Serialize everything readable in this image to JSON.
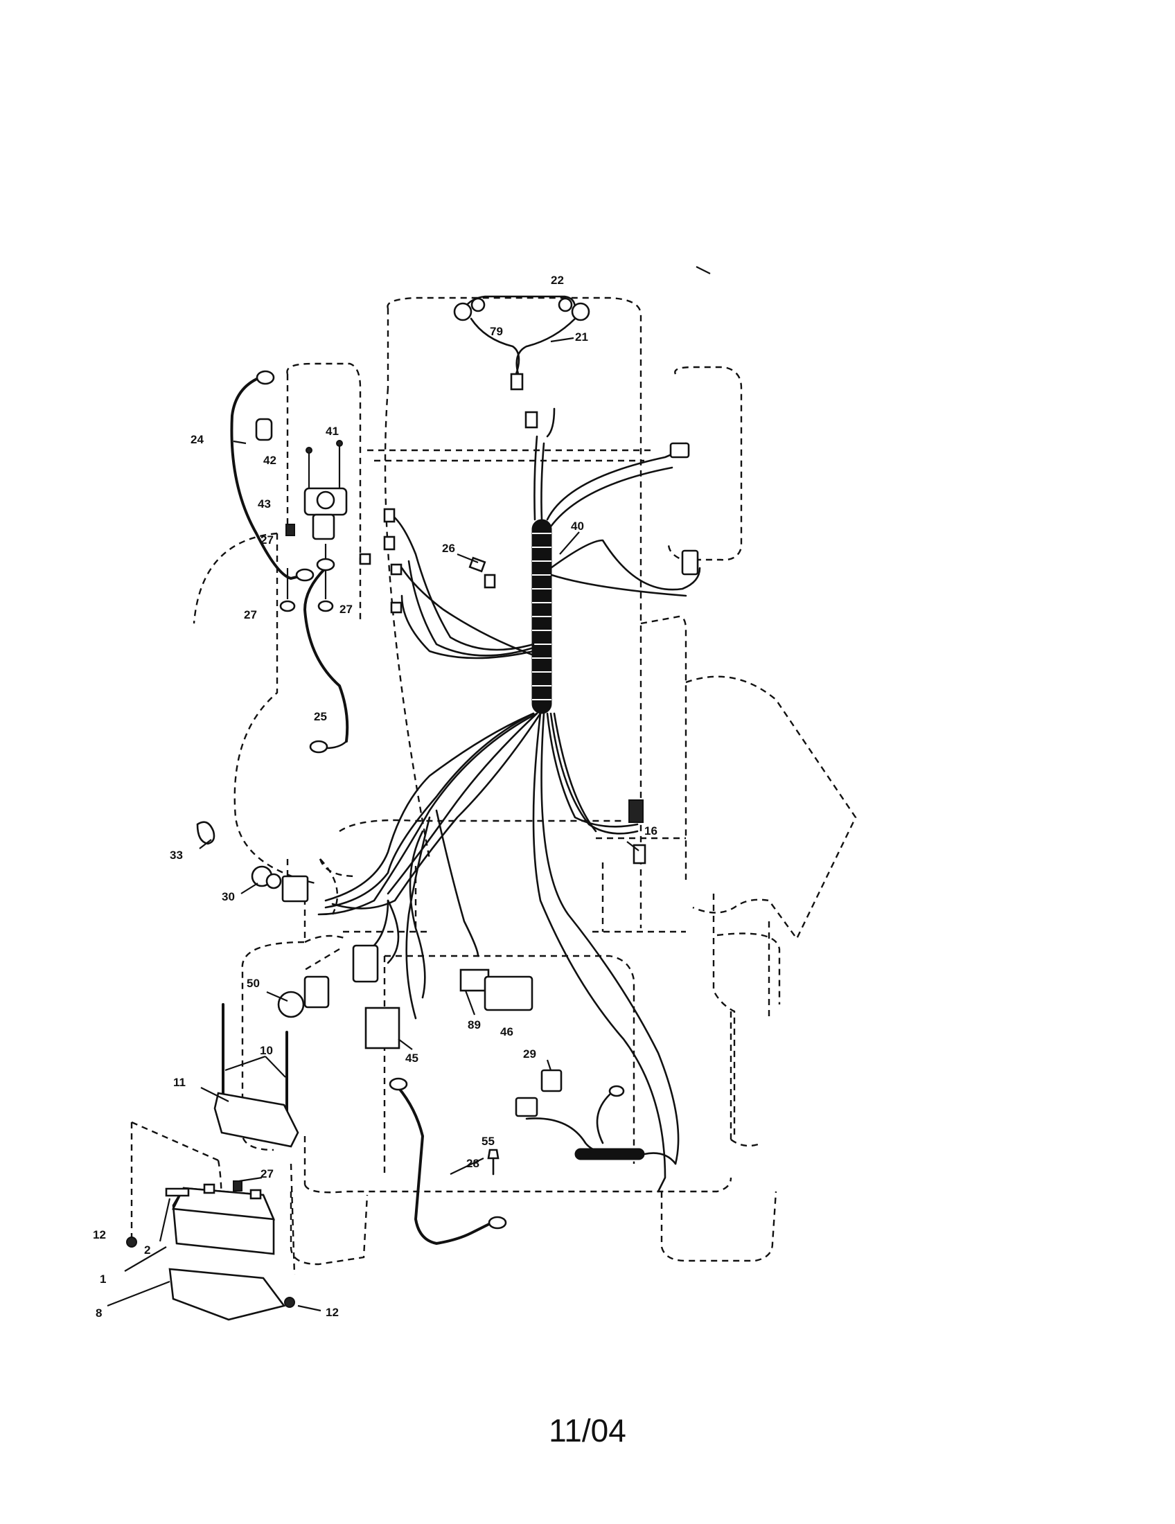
{
  "callouts": {
    "c22": "22",
    "c79": "79",
    "c21": "21",
    "c24": "24",
    "c41": "41",
    "c42": "42",
    "c43": "43",
    "c27a": "27",
    "c27b": "27",
    "c27c": "27",
    "c27d": "27",
    "c26": "26",
    "c40": "40",
    "c25": "25",
    "c33": "33",
    "c30": "30",
    "c16": "16",
    "c50": "50",
    "c10": "10",
    "c11": "11",
    "c89": "89",
    "c46": "46",
    "c45": "45",
    "c29": "29",
    "c55": "55",
    "c28": "28",
    "c12a": "12",
    "c12b": "12",
    "c2": "2",
    "c1": "1",
    "c8": "8"
  },
  "footer": {
    "date": "11/04"
  }
}
